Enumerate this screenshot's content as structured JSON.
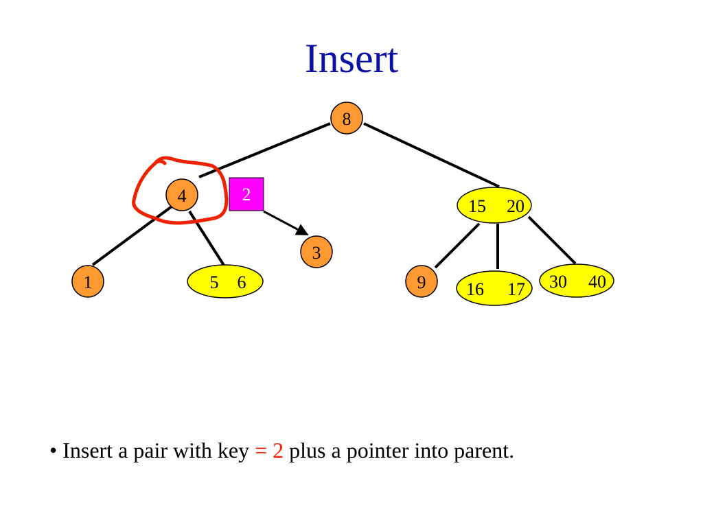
{
  "slide": {
    "title": "Insert",
    "title_color": "#0A10A8",
    "bullet": {
      "marker": "•",
      "text_before": "Insert a pair with key",
      "equals": "=",
      "key": "2",
      "text_after": "plus a pointer into parent.",
      "highlight_color": "#EE2200"
    }
  },
  "diagram": {
    "colors": {
      "single_node": "#FF9A33",
      "pair_node": "#FFFF00",
      "new_pair": "#FF00FF",
      "new_pair_text": "#FFFFFF",
      "edge": "#000000",
      "annotation": "#EE2200"
    },
    "nodes": {
      "root": {
        "keys": [
          "8"
        ]
      },
      "left": {
        "keys": [
          "4"
        ]
      },
      "right": {
        "keys": [
          "15",
          "20"
        ]
      },
      "left_child_1": {
        "keys": [
          "1"
        ]
      },
      "left_child_2": {
        "keys": [
          "5",
          "6"
        ]
      },
      "right_child_1": {
        "keys": [
          "9"
        ]
      },
      "right_child_2": {
        "keys": [
          "16",
          "17"
        ]
      },
      "right_child_3": {
        "keys": [
          "30",
          "40"
        ]
      },
      "inserted_subtree": {
        "keys": [
          "3"
        ]
      }
    },
    "inserted_key": "2",
    "circled_node": "left"
  }
}
